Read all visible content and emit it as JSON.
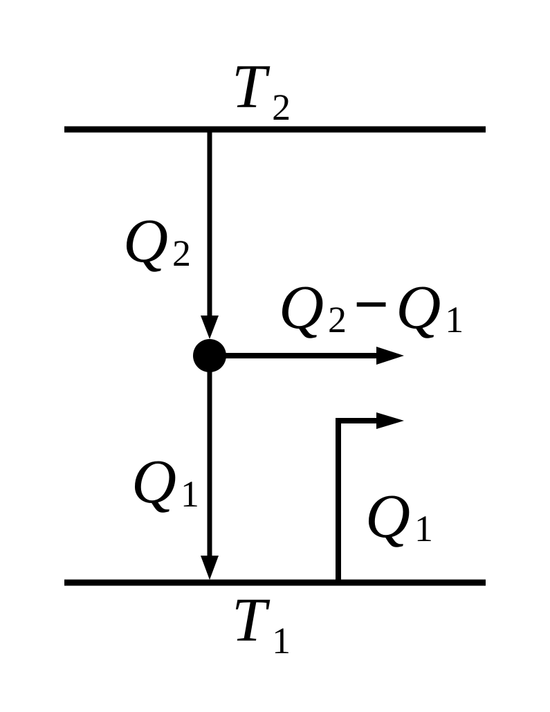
{
  "reservoirs": {
    "hot": {
      "symbol": "T",
      "subscript": "2"
    },
    "cold": {
      "symbol": "T",
      "subscript": "1"
    }
  },
  "flows": {
    "heat_in": {
      "symbol": "Q",
      "subscript": "2"
    },
    "heat_out": {
      "symbol": "Q",
      "subscript": "1"
    },
    "work": {
      "left_symbol": "Q",
      "left_subscript": "2",
      "operator": "−",
      "right_symbol": "Q",
      "right_subscript": "1"
    },
    "return_flow": {
      "symbol": "Q",
      "subscript": "1"
    }
  },
  "colors": {
    "line": "#000000",
    "background": "#ffffff"
  }
}
